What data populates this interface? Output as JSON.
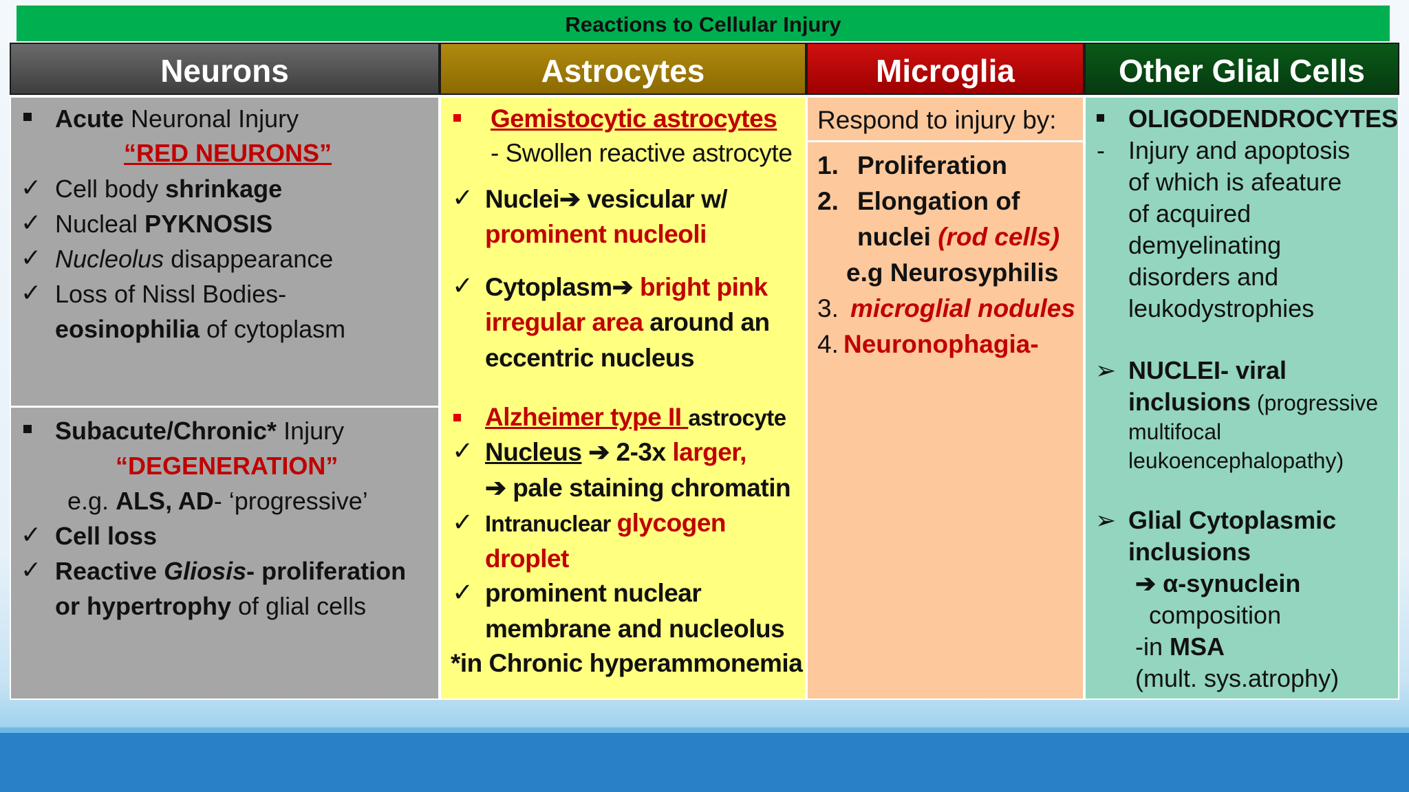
{
  "title": "Reactions to Cellular Injury",
  "headers": {
    "neurons": "Neurons",
    "astrocytes": "Astrocytes",
    "microglia": "Microglia",
    "other": "Other Glial Cells"
  },
  "neurons": {
    "acute_a": "Acute",
    "acute_b": " Neuronal Injury",
    "red_neurons": "“RED NEURONS”",
    "shrink_a": "Cell body ",
    "shrink_b": "shrinkage",
    "pyk_a": "Nucleal ",
    "pyk_b": "PYKNOSIS",
    "nucleolus_a": "Nucleolus",
    "nucleolus_b": " disappearance",
    "nissl": "Loss of Nissl Bodies-",
    "eos_a": "eosinophilia",
    "eos_b": " of cytoplasm",
    "sub_a": "Subacute/Chronic*",
    "sub_b": " Injury",
    "degeneration": "“DEGENERATION”",
    "eg_a": "e.g.  ",
    "eg_b": "ALS, AD",
    "eg_c": "- ‘progressive’",
    "cell_loss": "Cell loss",
    "gliosis_a": "Reactive ",
    "gliosis_b": "Gliosis",
    "gliosis_c": "- proliferation",
    "hyper_a": "or hypertrophy",
    "hyper_b": " of glial cells"
  },
  "astrocytes": {
    "gemisto": "Gemistocytic astrocytes",
    "swollen": "- Swollen reactive astrocyte",
    "nuclei_a": "Nuclei",
    "nuclei_b": "vesicular w/",
    "prom_nucleoli": "prominent nucleoli",
    "cyto_a": "Cytoplasm",
    "cyto_b": "bright pink",
    "irr_a": "irregular area",
    "irr_b": " around an",
    "eccentric": "eccentric nucleus",
    "alz_a": "Alzheimer type II ",
    "alz_b": "astrocyte",
    "nucleus_a": "Nucleus",
    "nucleus_b": "2-3x  ",
    "nucleus_c": "larger,",
    "pale": "pale staining chromatin",
    "intra_a": "Intranuclear ",
    "intra_b": "glycogen",
    "droplet": "droplet",
    "prom_nuc": "prominent nuclear",
    "membrane": "membrane and nucleolus",
    "chronic": "*in Chronic hyperammonemia"
  },
  "microglia": {
    "respond": "Respond to injury by:",
    "n1": "1.",
    "prolif": "Proliferation",
    "n2": "2.",
    "elong": "Elongation of",
    "nuclei": "nuclei ",
    "rod": "(rod cells)",
    "eg": "e.g Neurosyphilis",
    "n3": "3.",
    "nodules": "microglial nodules",
    "n4": "4.",
    "neuronophagia": "Neuronophagia-"
  },
  "other": {
    "oligo": "OLIGODENDROCYTES",
    "dash": "-",
    "inj1": "Injury and apoptosis",
    "inj2": "of which is afeature",
    "inj3": "of acquired",
    "inj4": "demyelinating",
    "inj5": "disorders and",
    "inj6": "leukodystrophies",
    "viral": "NUCLEI- viral",
    "incl_a": "inclusions",
    "incl_b": " (progressive",
    "multifocal": "multifocal",
    "leuko": "leukoencephalopathy)",
    "gci1": "Glial Cytoplasmic",
    "gci2": "inclusions",
    "syn": "α-synuclein",
    "comp": "composition",
    "msa_a": "-in ",
    "msa_b": "MSA",
    "mult": "(mult. sys.atrophy)"
  },
  "colors": {
    "title_bar": "#00b050",
    "neurons_header": "#4a4a4a",
    "astro_header": "#9c7800",
    "micro_header": "#b00000",
    "other_header": "#063a10",
    "neurons_body": "#a6a6a6",
    "astro_body": "#ffff80",
    "micro_body": "#fcc89c",
    "other_body": "#93d5bf",
    "emphasis_red": "#c00000",
    "footer": "#2a80c6"
  },
  "icons": {
    "square_bullet": "square-bullet-icon",
    "check": "checkmark-icon",
    "arrow": "right-arrow-icon",
    "arrowhead_bullet": "arrowhead-bullet-icon"
  }
}
